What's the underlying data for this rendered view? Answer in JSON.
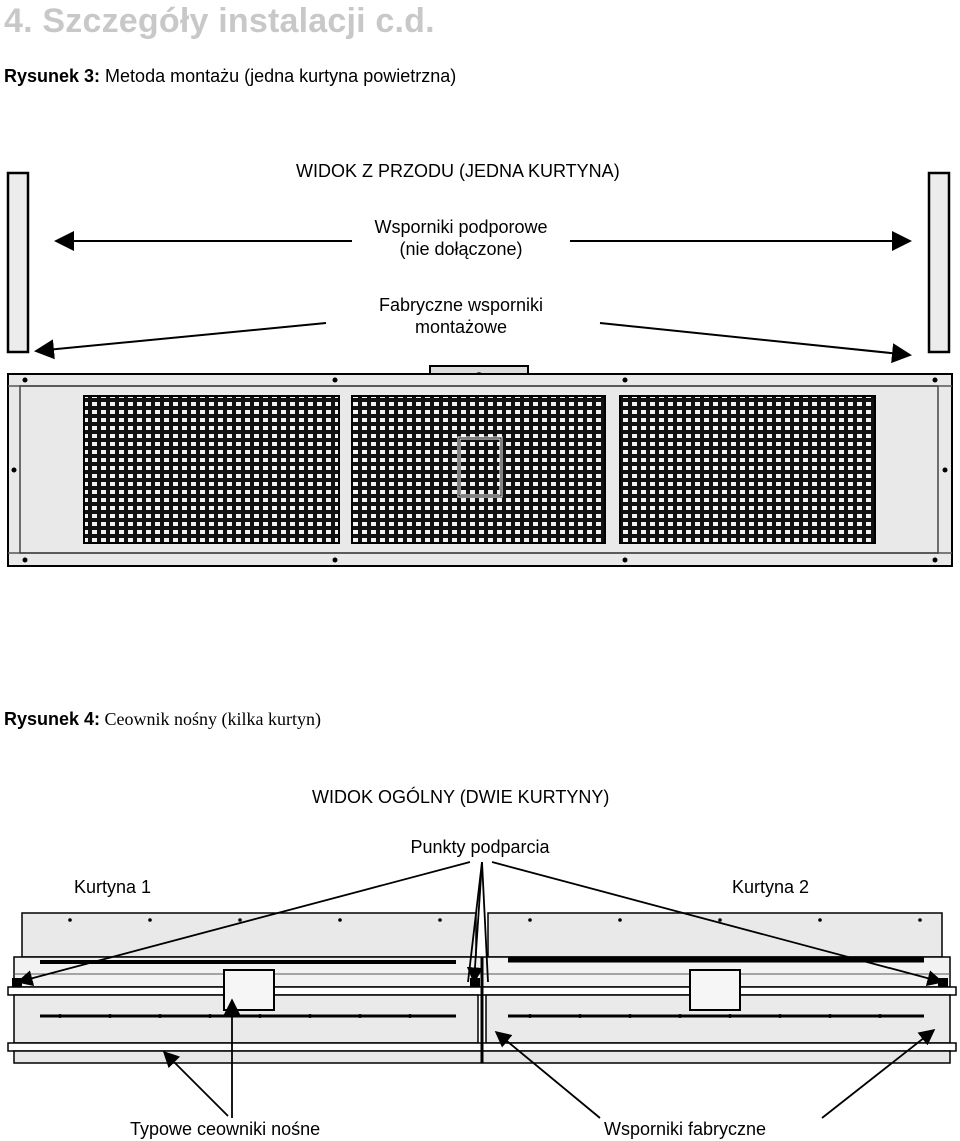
{
  "page": {
    "section_title": "4. Szczegóły instalacji c.d."
  },
  "figure3": {
    "caption_prefix": "Rysunek 3:",
    "caption_text": " Metoda montażu (jedna kurtyna powietrzna)",
    "view_title": "WIDOK Z PRZODU (JEDNA KURTYNA)",
    "support_label_line1": "Wsporniki podporowe",
    "support_label_line2": "(nie dołączone)",
    "factory_label_line1": "Fabryczne wsporniki",
    "factory_label_line2": "montażowe"
  },
  "figure4": {
    "caption_prefix": "Rysunek 4:",
    "caption_text": " Ceownik nośny (kilka kurtyn)",
    "view_title": "WIDOK OGÓLNY (DWIE KURTYNY)",
    "support_points_label": "Punkty podparcia",
    "curtain1_label": "Kurtyna 1",
    "curtain2_label": "Kurtyna 2",
    "channels_label": "Typowe ceowniki nośne",
    "factory_brackets_label": "Wsporniki fabryczne"
  },
  "colors": {
    "title_gray": "#c8c8c8",
    "panel_fill": "#e9e9e9",
    "grille_dark": "#111111"
  }
}
